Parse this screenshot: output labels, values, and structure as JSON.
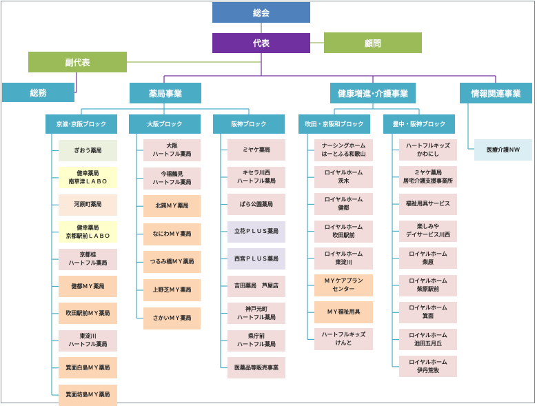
{
  "colors": {
    "top": "#4f81bd",
    "rep": "#7030a0",
    "advisor": "#9bbb59",
    "vice": "#9bbb59",
    "division": "#4bacc6",
    "block": "#4bacc6",
    "line_main": "#7030a0",
    "line_green": "#9bbb59",
    "line_blue": "#4bacc6"
  },
  "top": {
    "general_meeting": "総会",
    "representative": "代表",
    "advisor": "顧問",
    "vice_representative": "副代表"
  },
  "divisions": {
    "general_affairs": "総務",
    "pharmacy": "薬局事業",
    "health": "健康増進･介護事業",
    "info": "情報関連事業"
  },
  "blocks": {
    "kyoshiga_kyohan": "京滋･京阪ブロック",
    "osaka": "大阪ブロック",
    "hanshin": "阪神ブロック",
    "suita_keihanwaka": "吹田・京阪和ブロック",
    "toyonaka_hanshin": "豊中・阪神ブロック"
  },
  "leaves": {
    "kyoshiga": [
      {
        "label": "ぎおう薬局",
        "color": "#ebf1de"
      },
      {
        "label": "健幸薬局\n南草津ＬＡＢＯ",
        "color": "#ffffcc"
      },
      {
        "label": "河原町薬局",
        "color": "#fde9d9"
      },
      {
        "label": "健幸薬局\n京都駅前ＬＡＢＯ",
        "color": "#ffffcc"
      },
      {
        "label": "京都桂\nハートフル薬局",
        "color": "#f2dcdb"
      },
      {
        "label": "健都ＭＹ薬局",
        "color": "#fcd5b4"
      },
      {
        "label": "吹田駅前ＭＹ薬局",
        "color": "#fcd5b4"
      },
      {
        "label": "東淀川\nハートフル薬局",
        "color": "#f2dcdb"
      },
      {
        "label": "箕面白島ＭＹ薬局",
        "color": "#fcd5b4"
      },
      {
        "label": "箕面坊島ＭＹ薬局",
        "color": "#fcd5b4"
      }
    ],
    "osaka": [
      {
        "label": "大阪\nハートフル薬局",
        "color": "#f2dcdb"
      },
      {
        "label": "今福鶴見\nハートフル薬局",
        "color": "#f2dcdb"
      },
      {
        "label": "北巽ＭＹ薬局",
        "color": "#fcd5b4"
      },
      {
        "label": "なにわＭＹ薬局",
        "color": "#fcd5b4"
      },
      {
        "label": "つるみ橋ＭＹ薬局",
        "color": "#fcd5b4"
      },
      {
        "label": "上野芝ＭＹ薬局",
        "color": "#fcd5b4"
      },
      {
        "label": "さかいＭＹ薬局",
        "color": "#fcd5b4"
      }
    ],
    "hanshin": [
      {
        "label": "ミヤケ薬局",
        "color": "#f2dcdb"
      },
      {
        "label": "キセラ川西\nハートフル薬局",
        "color": "#f2dcdb"
      },
      {
        "label": "ぱら公園薬局",
        "color": "#f2dcdb"
      },
      {
        "label": "立花ＰＬＵＳ薬局",
        "color": "#e4dfec"
      },
      {
        "label": "西宮ＰＬＵＳ薬局",
        "color": "#e4dfec"
      },
      {
        "label": "吉田薬局　芦屋店",
        "color": "#f2dcdb"
      },
      {
        "label": "神戸元町\nハートフル薬局",
        "color": "#f2dcdb"
      },
      {
        "label": "県庁前\nハートフル薬局",
        "color": "#f2dcdb"
      },
      {
        "label": "医薬品等販売事業",
        "color": "#f2dcdb"
      }
    ],
    "suita": [
      {
        "label": "ナーシングホーム\nはーとふる和歌山",
        "color": "#f2dcdb"
      },
      {
        "label": "ロイヤルホーム\n茨木",
        "color": "#f2dcdb"
      },
      {
        "label": "ロイヤルホーム\n健都",
        "color": "#f2dcdb"
      },
      {
        "label": "ロイヤルホーム\n吹田駅前",
        "color": "#f2dcdb"
      },
      {
        "label": "ロイヤルホーム\n東淀川",
        "color": "#f2dcdb"
      },
      {
        "label": "ＭＹケアプラン\nセンター",
        "color": "#fcd5b4"
      },
      {
        "label": "ＭＹ福祉用具",
        "color": "#fcd5b4"
      },
      {
        "label": "ハートフルキッズ\nけんと",
        "color": "#f2dcdb"
      }
    ],
    "toyonaka": [
      {
        "label": "ハートフルキッズ\nかわにし",
        "color": "#f2dcdb"
      },
      {
        "label": "ミヤケ薬局\n居宅介護支援事業所",
        "color": "#f2dcdb"
      },
      {
        "label": "福祉用具サービス",
        "color": "#f2dcdb"
      },
      {
        "label": "楽しみや\nデイサービス川西",
        "color": "#f2dcdb"
      },
      {
        "label": "ロイヤルホーム\n柴原",
        "color": "#f2dcdb"
      },
      {
        "label": "ロイヤルホーム\n柴原駅前",
        "color": "#f2dcdb"
      },
      {
        "label": "ロイヤルホーム\n箕面",
        "color": "#f2dcdb"
      },
      {
        "label": "ロイヤルホーム\n池田五月丘",
        "color": "#f2dcdb"
      },
      {
        "label": "ロイヤルホーム\n伊丹荒牧",
        "color": "#f2dcdb"
      }
    ],
    "info": [
      {
        "label": "医療介護ＮＷ",
        "color": "#dbeef3"
      }
    ]
  }
}
